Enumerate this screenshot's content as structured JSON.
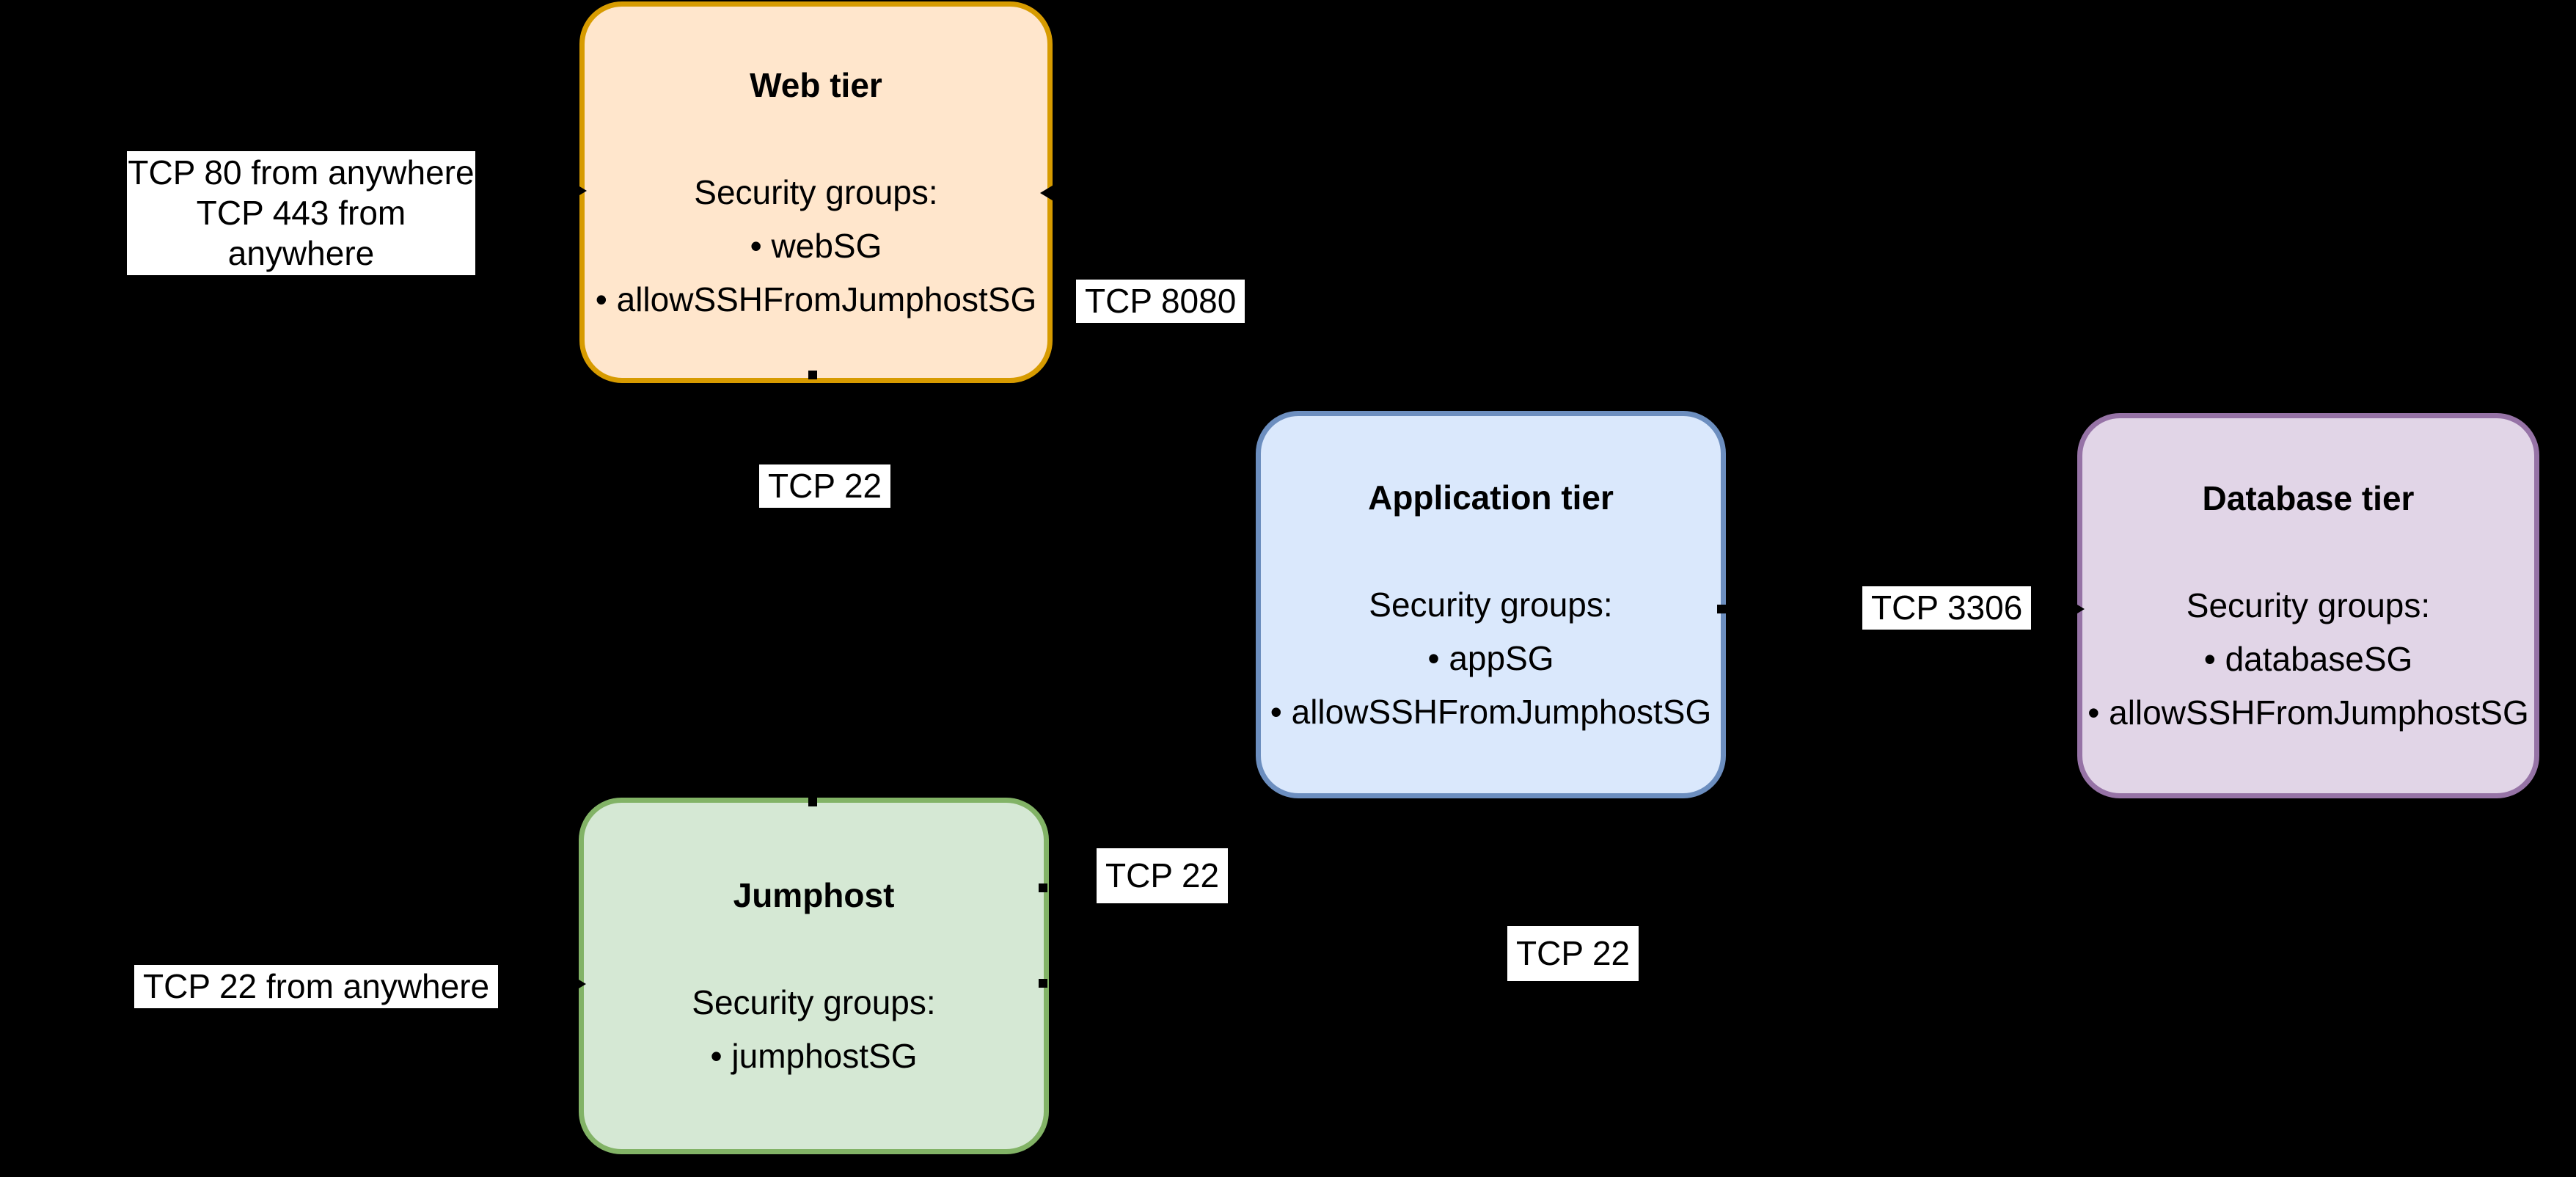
{
  "diagram": {
    "background": "#000000",
    "label_background": "#FFFFFF",
    "text_color": "#000000",
    "nodes": [
      {
        "id": "web-tier",
        "title": "Web tier",
        "heading": "Security groups:",
        "bullets": [
          "• webSG",
          "• allowSSHFromJumphostSG"
        ],
        "fill": "#FFE6CC",
        "stroke": "#D79B00"
      },
      {
        "id": "application-tier",
        "title": "Application tier",
        "heading": "Security groups:",
        "bullets": [
          "• appSG",
          "• allowSSHFromJumphostSG"
        ],
        "fill": "#DAE8FC",
        "stroke": "#6C8EBF"
      },
      {
        "id": "database-tier",
        "title": "Database tier",
        "heading": "Security groups:",
        "bullets": [
          "• databaseSG",
          "• allowSSHFromJumphostSG"
        ],
        "fill": "#E1D5E7",
        "stroke": "#9673A6"
      },
      {
        "id": "jumphost",
        "title": "Jumphost",
        "heading": "Security groups:",
        "bullets": [
          "• jumphostSG"
        ],
        "fill": "#D5E8D4",
        "stroke": "#82B366"
      }
    ],
    "edge_labels": [
      {
        "id": "tcp-80-443",
        "lines": [
          "TCP 80 from anywhere",
          "TCP 443 from anywhere"
        ]
      },
      {
        "id": "tcp-8080",
        "lines": [
          "TCP 8080"
        ]
      },
      {
        "id": "tcp-22-web",
        "lines": [
          "TCP 22"
        ]
      },
      {
        "id": "tcp-3306",
        "lines": [
          "TCP 3306"
        ]
      },
      {
        "id": "tcp-22-app",
        "lines": [
          "TCP 22"
        ]
      },
      {
        "id": "tcp-22-db",
        "lines": [
          "TCP 22"
        ]
      },
      {
        "id": "tcp-22-anywhere",
        "lines": [
          "TCP 22 from anywhere"
        ]
      }
    ]
  }
}
